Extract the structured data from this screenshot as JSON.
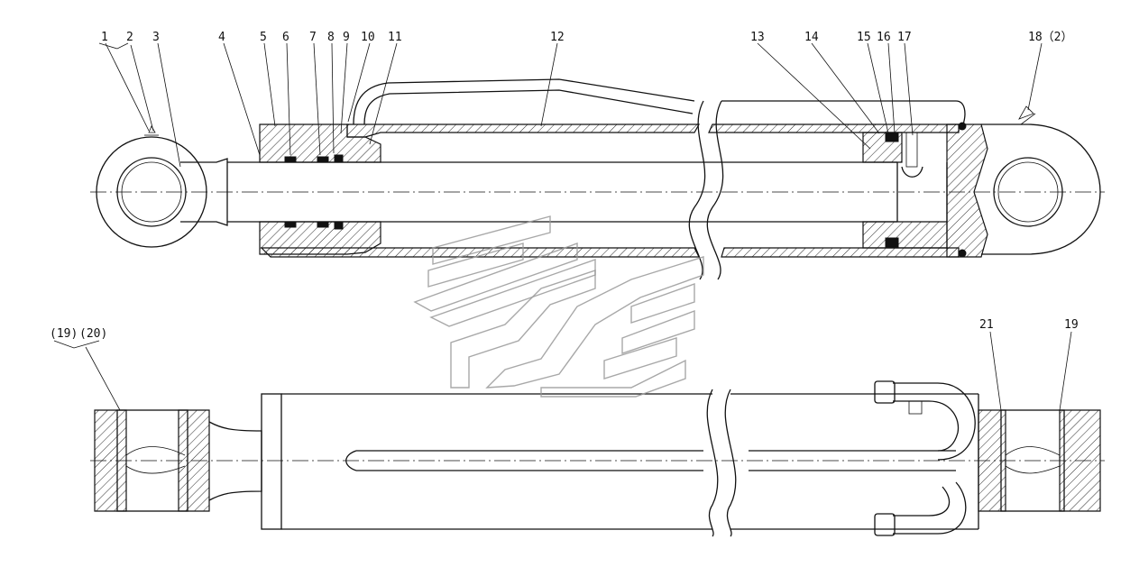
{
  "callouts_top": [
    {
      "id": "c1",
      "label": "1"
    },
    {
      "id": "c2",
      "label": "2"
    },
    {
      "id": "c3",
      "label": "3"
    },
    {
      "id": "c4",
      "label": "4"
    },
    {
      "id": "c5",
      "label": "5"
    },
    {
      "id": "c6",
      "label": "6"
    },
    {
      "id": "c7",
      "label": "7"
    },
    {
      "id": "c8",
      "label": "8"
    },
    {
      "id": "c9",
      "label": "9"
    },
    {
      "id": "c10",
      "label": "10"
    },
    {
      "id": "c11",
      "label": "11"
    },
    {
      "id": "c12",
      "label": "12"
    },
    {
      "id": "c13",
      "label": "13"
    },
    {
      "id": "c14",
      "label": "14"
    },
    {
      "id": "c15",
      "label": "15"
    },
    {
      "id": "c16",
      "label": "16"
    },
    {
      "id": "c17",
      "label": "17"
    },
    {
      "id": "c18",
      "label": "18（2）"
    }
  ],
  "callouts_bottom": [
    {
      "id": "c19a",
      "label": "(19)"
    },
    {
      "id": "c20",
      "label": "(20)"
    },
    {
      "id": "c21",
      "label": "21"
    },
    {
      "id": "c19b",
      "label": "19"
    }
  ],
  "colors": {
    "line": "#111111",
    "watermark": "#999999",
    "background": "#ffffff"
  }
}
